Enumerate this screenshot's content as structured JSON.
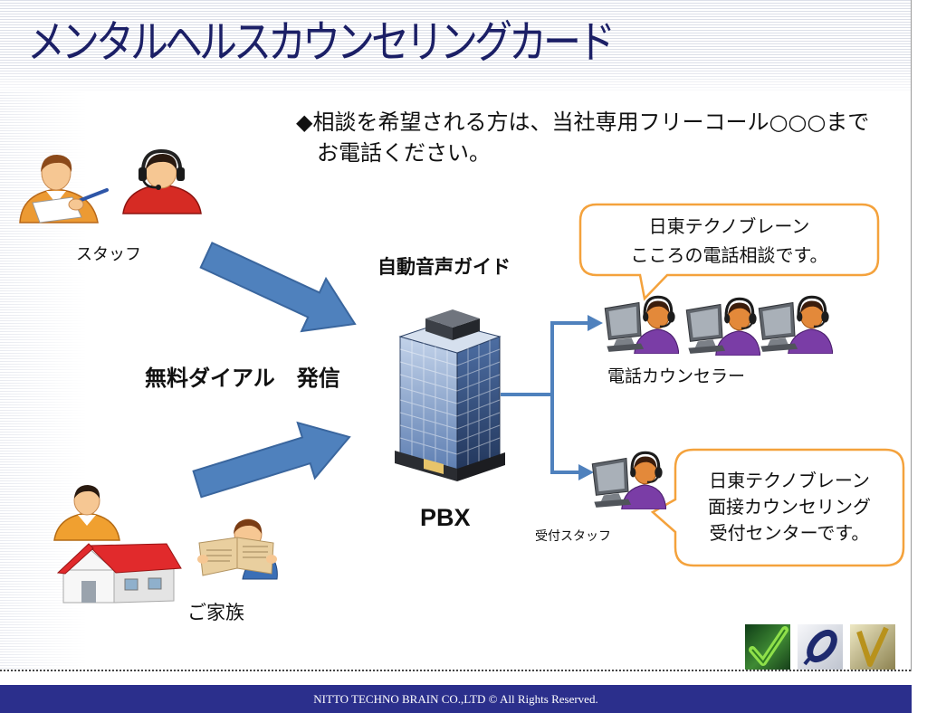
{
  "slide": {
    "title": "メンタルヘルスカウンセリングカード",
    "intro_line1": "◆相談を希望される方は、当社専用フリーコール○○○まで",
    "intro_line2": "お電話ください。"
  },
  "callers": {
    "staff_label": "スタッフ",
    "dial_label": "無料ダイアル　発信",
    "family_label": "ご家族"
  },
  "pbx": {
    "guide_label": "自動音声ガイド",
    "label": "PBX"
  },
  "phone_counseling": {
    "bubble_lines": [
      "日東テクノブレーン",
      "こころの電話相談です。"
    ],
    "label": "電話カウンセラー"
  },
  "interview_reception": {
    "bubble_lines": [
      "日東テクノブレーン",
      "面接カウンセリング",
      "受付センターです。"
    ],
    "label": "受付スタッフ"
  },
  "footer": {
    "copyright": "NITTO TECHNO BRAIN CO.,LTD © All Rights Reserved."
  },
  "icons": {
    "staff": [
      "staff-writer-icon",
      "headset-operator-icon"
    ],
    "family": [
      "family-member-icon",
      "house-icon",
      "newspaper-reader-icon"
    ],
    "flow_arrows": "block-arrow-icon",
    "pbx": "office-building-icon",
    "counselor": "counselor-icon",
    "logos": [
      "green-check-logo-icon",
      "blue-ring-logo-icon",
      "gold-v-logo-icon"
    ]
  },
  "colors": {
    "title": "#1b1f66",
    "footer_bar": "#2b2f8c",
    "arrow": "#4f81bd",
    "bubble_border": "#f4a23c"
  }
}
